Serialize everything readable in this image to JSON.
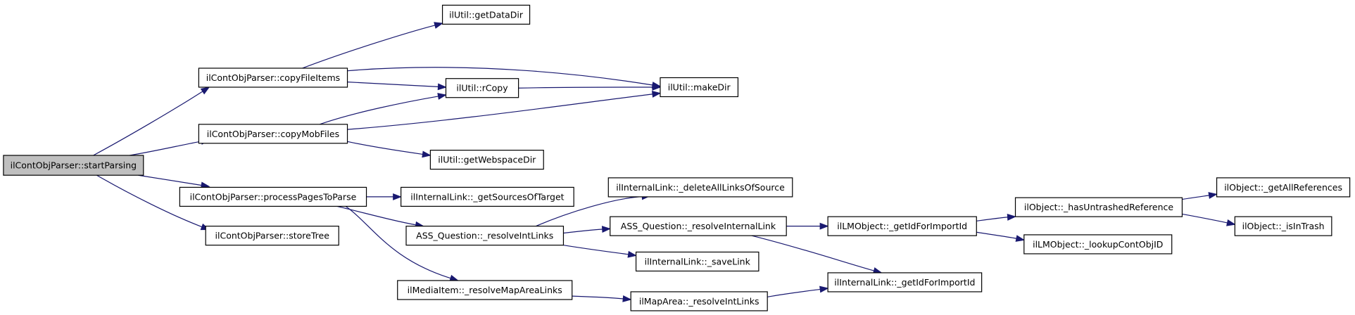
{
  "diagram": {
    "type": "call-graph",
    "colors": {
      "edge": "#191970",
      "root_fill": "#bfbfbf",
      "node_fill": "#ffffff",
      "border": "#000000"
    },
    "nodes": [
      {
        "id": "startParsing",
        "label": "ilContObjParser::startParsing",
        "root": true
      },
      {
        "id": "copyFileItems",
        "label": "ilContObjParser::copyFileItems"
      },
      {
        "id": "copyMobFiles",
        "label": "ilContObjParser::copyMobFiles"
      },
      {
        "id": "processPagesToParse",
        "label": "ilContObjParser::processPagesToParse"
      },
      {
        "id": "storeTree",
        "label": "ilContObjParser::storeTree"
      },
      {
        "id": "getDataDir",
        "label": "ilUtil::getDataDir"
      },
      {
        "id": "rCopy",
        "label": "ilUtil::rCopy"
      },
      {
        "id": "makeDir",
        "label": "ilUtil::makeDir"
      },
      {
        "id": "getWebspaceDir",
        "label": "ilUtil::getWebspaceDir"
      },
      {
        "id": "getSourcesOfTarget",
        "label": "ilInternalLink::_getSourcesOfTarget"
      },
      {
        "id": "deleteAllLinksOfSource",
        "label": "ilInternalLink::_deleteAllLinksOfSource"
      },
      {
        "id": "resolveIntLinksQ",
        "label": "ASS_Question::_resolveIntLinks"
      },
      {
        "id": "resolveInternalLink",
        "label": "ASS_Question::_resolveInternalLink"
      },
      {
        "id": "saveLink",
        "label": "ilInternalLink::_saveLink"
      },
      {
        "id": "resolveMapAreaLinks",
        "label": "ilMediaItem::_resolveMapAreaLinks"
      },
      {
        "id": "mapAreaResolveIntLinks",
        "label": "ilMapArea::_resolveIntLinks"
      },
      {
        "id": "lmGetIdForImportId",
        "label": "ilLMObject::_getIdForImportId"
      },
      {
        "id": "ilGetIdForImportId",
        "label": "ilInternalLink::_getIdForImportId"
      },
      {
        "id": "hasUntrashedReference",
        "label": "ilObject::_hasUntrashedReference"
      },
      {
        "id": "lookupContObjID",
        "label": "ilLMObject::_lookupContObjID"
      },
      {
        "id": "getAllReferences",
        "label": "ilObject::_getAllReferences"
      },
      {
        "id": "isInTrash",
        "label": "ilObject::_isInTrash"
      }
    ],
    "edges": [
      {
        "from": "startParsing",
        "to": "copyFileItems"
      },
      {
        "from": "startParsing",
        "to": "copyMobFiles"
      },
      {
        "from": "startParsing",
        "to": "processPagesToParse"
      },
      {
        "from": "startParsing",
        "to": "storeTree"
      },
      {
        "from": "copyFileItems",
        "to": "getDataDir"
      },
      {
        "from": "copyFileItems",
        "to": "rCopy"
      },
      {
        "from": "copyFileItems",
        "to": "makeDir"
      },
      {
        "from": "copyMobFiles",
        "to": "rCopy"
      },
      {
        "from": "copyMobFiles",
        "to": "makeDir"
      },
      {
        "from": "copyMobFiles",
        "to": "getWebspaceDir"
      },
      {
        "from": "rCopy",
        "to": "makeDir"
      },
      {
        "from": "processPagesToParse",
        "to": "getSourcesOfTarget"
      },
      {
        "from": "processPagesToParse",
        "to": "resolveIntLinksQ"
      },
      {
        "from": "processPagesToParse",
        "to": "resolveMapAreaLinks"
      },
      {
        "from": "resolveIntLinksQ",
        "to": "deleteAllLinksOfSource"
      },
      {
        "from": "resolveIntLinksQ",
        "to": "resolveInternalLink"
      },
      {
        "from": "resolveIntLinksQ",
        "to": "saveLink"
      },
      {
        "from": "resolveInternalLink",
        "to": "lmGetIdForImportId"
      },
      {
        "from": "resolveInternalLink",
        "to": "ilGetIdForImportId"
      },
      {
        "from": "resolveMapAreaLinks",
        "to": "mapAreaResolveIntLinks"
      },
      {
        "from": "mapAreaResolveIntLinks",
        "to": "ilGetIdForImportId"
      },
      {
        "from": "lmGetIdForImportId",
        "to": "hasUntrashedReference"
      },
      {
        "from": "lmGetIdForImportId",
        "to": "lookupContObjID"
      },
      {
        "from": "hasUntrashedReference",
        "to": "getAllReferences"
      },
      {
        "from": "hasUntrashedReference",
        "to": "isInTrash"
      }
    ]
  }
}
